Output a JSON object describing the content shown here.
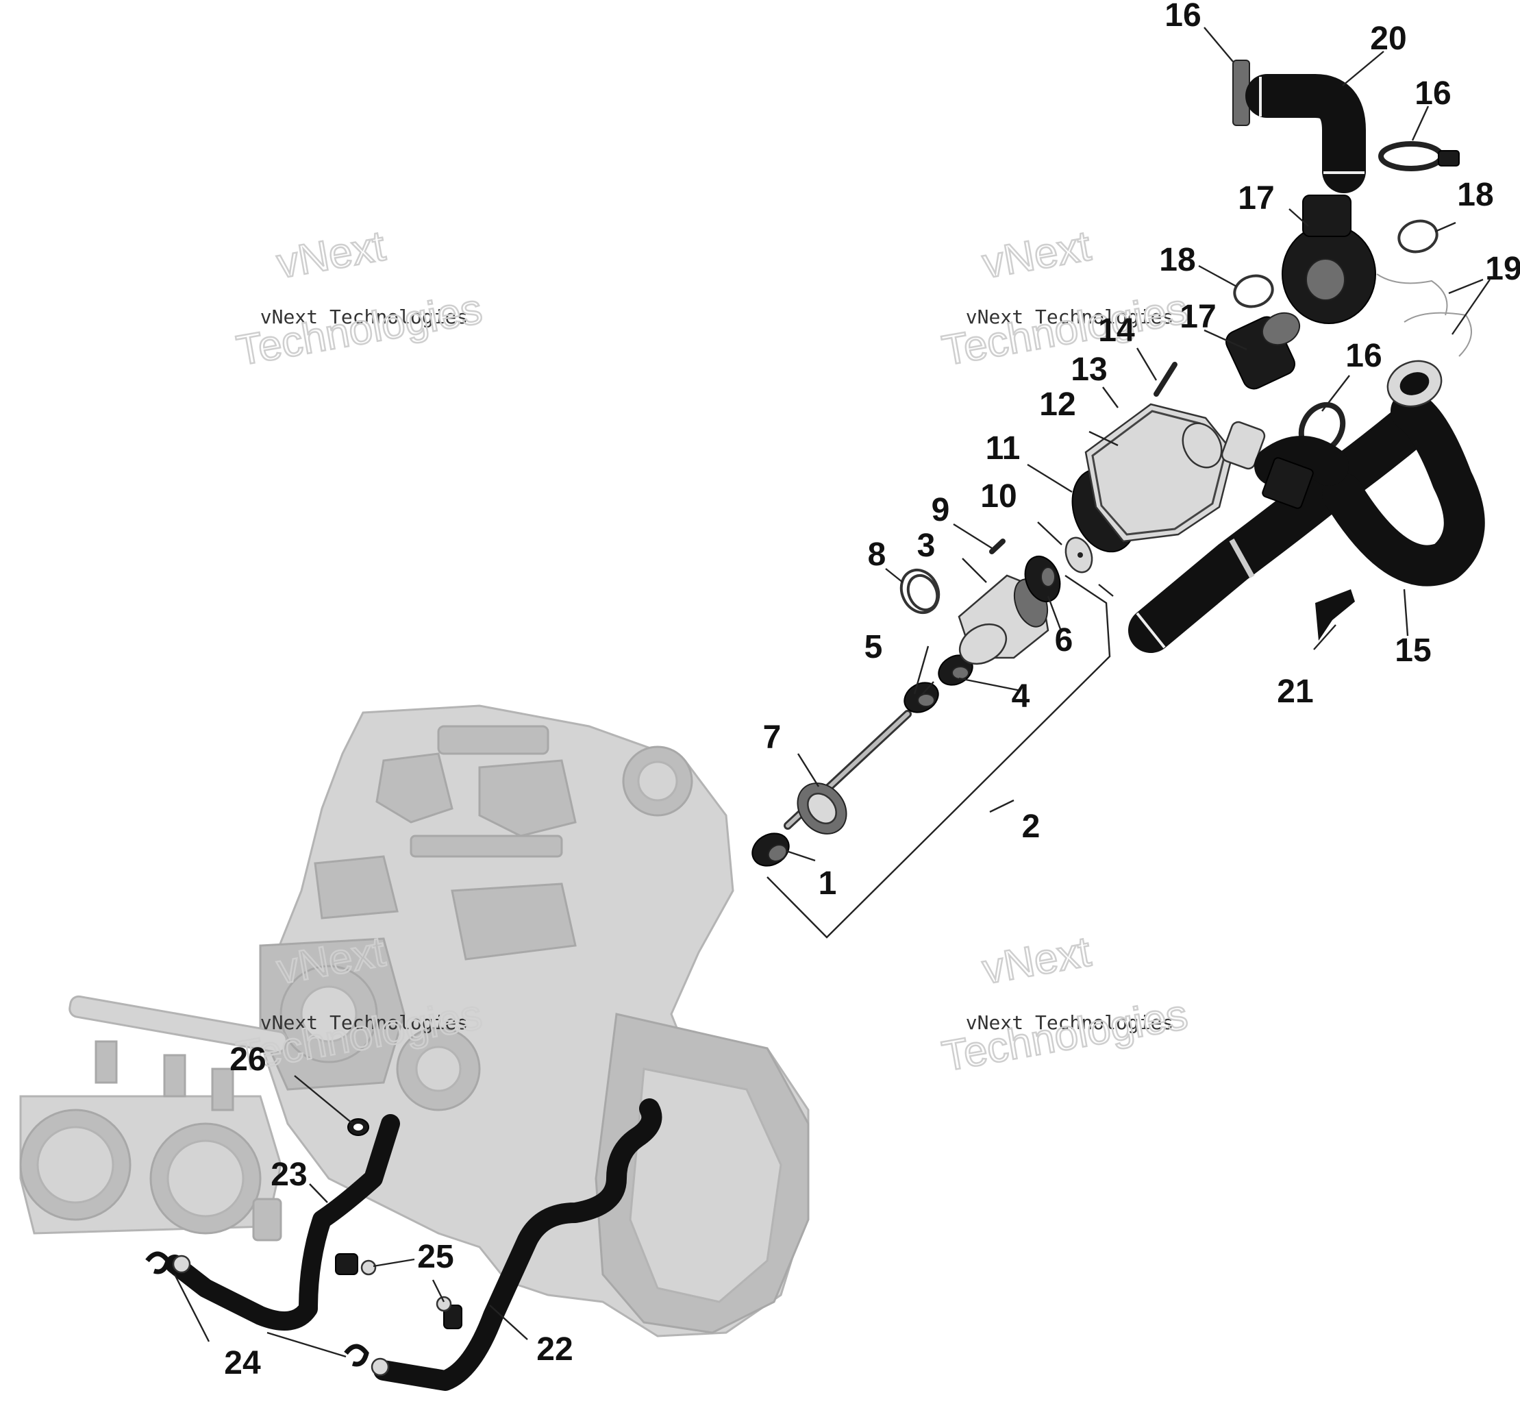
{
  "watermarks": [
    {
      "line1": "vNext",
      "line2": "vNext Technologies",
      "line3": "Technologies"
    },
    {
      "line1": "vNext",
      "line2": "vNext Technologies",
      "line3": "Technologies"
    },
    {
      "line1": "vNext",
      "line2": "vNext Technologies",
      "line3": "Technologies"
    },
    {
      "line1": "vNext",
      "line2": "vNext Technologies",
      "line3": "Technologies"
    }
  ],
  "callouts": {
    "c1": "1",
    "c2": "2",
    "c3": "3",
    "c4": "4",
    "c5": "5",
    "c6": "6",
    "c7": "7",
    "c8": "8",
    "c9": "9",
    "c10": "10",
    "c11": "11",
    "c12": "12",
    "c13": "13",
    "c14": "14",
    "c15": "15",
    "c16a": "16",
    "c16b": "16",
    "c16c": "16",
    "c17a": "17",
    "c17b": "17",
    "c18a": "18",
    "c18b": "18",
    "c19": "19",
    "c20": "20",
    "c21": "21",
    "c22": "22",
    "c23": "23",
    "c24": "24",
    "c25": "25",
    "c26": "26"
  }
}
